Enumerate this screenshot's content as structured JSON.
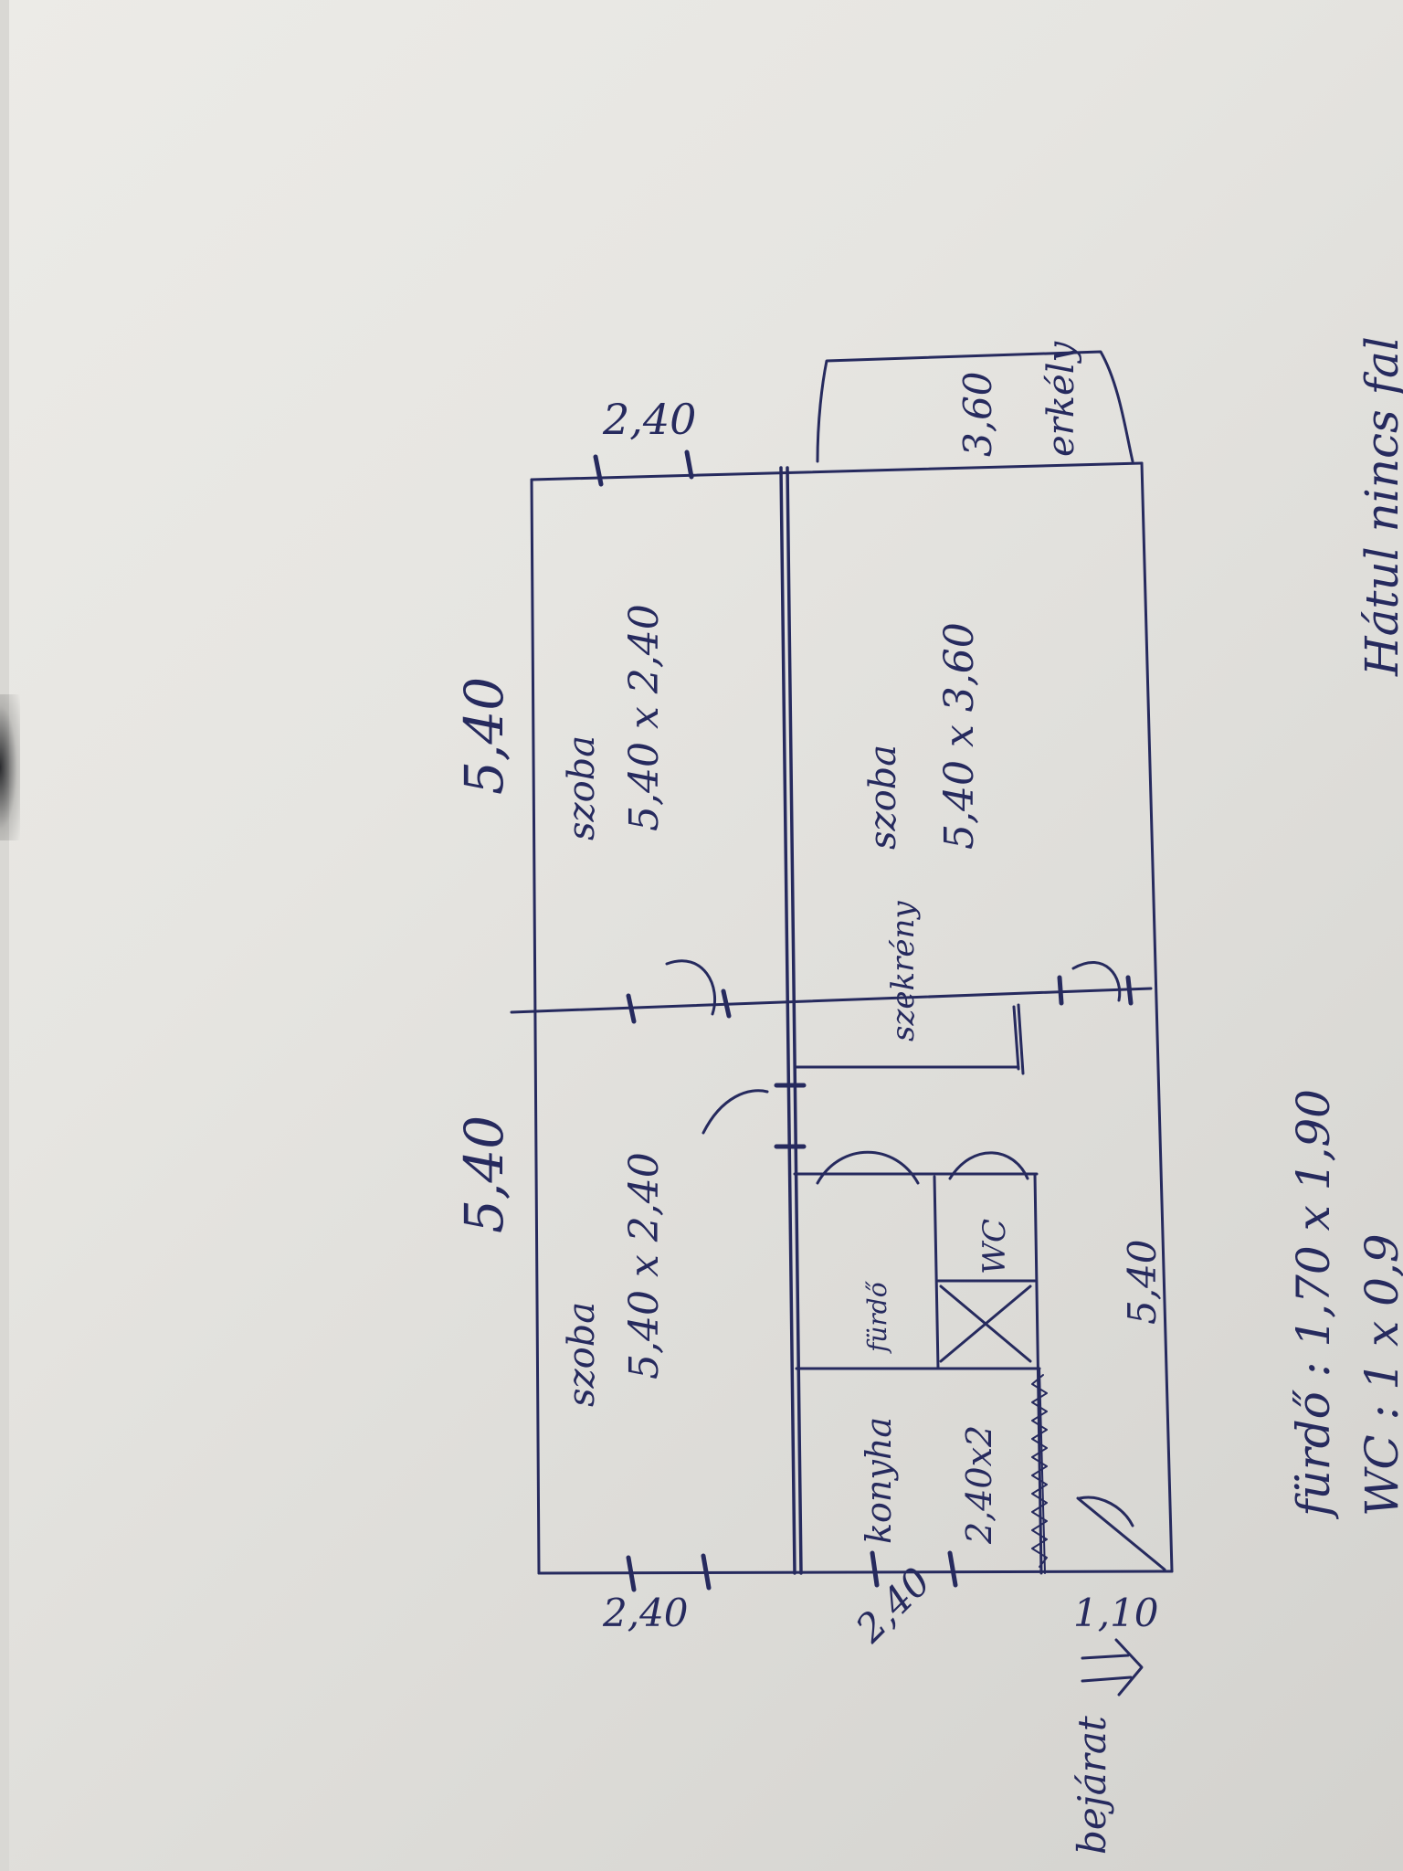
{
  "labels": {
    "top_left_width": "5,40",
    "top_right_width": "5,40",
    "room_a_name": "szoba",
    "room_a_size": "5,40 x 2,40",
    "room_b_name": "szoba",
    "room_b_size": "5,40 x 2,40",
    "room_c_name": "szoba",
    "room_c_size": "5,40 x 3,60",
    "balcony_name": "erkély",
    "balcony_size": "3,60",
    "right_depth": "2,40",
    "hall_name": "szekrény",
    "kitchen_name": "konyha",
    "kitchen_size": "2,40x2",
    "bath_name": "fürdő",
    "wc_name": "WC",
    "bottom_width": "5,40",
    "left_dim_1": "2,40",
    "left_dim_2": "2,40",
    "left_dim_3": "1,10",
    "entrance": "bejárat",
    "note_bath": "fürdő : 1,70 x 1,90",
    "note_wc": "WC : 1 x 0,9",
    "note_side": "Hátul nincs fal"
  },
  "colors": {
    "ink": "#262a5e",
    "paper": "#e9e8e4"
  }
}
